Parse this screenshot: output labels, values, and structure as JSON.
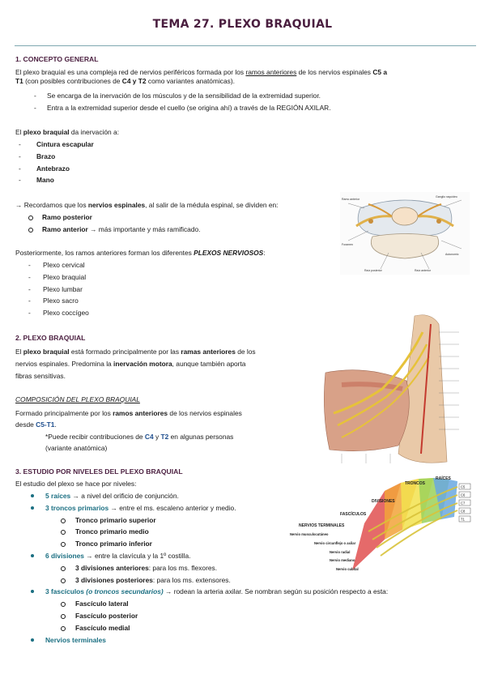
{
  "title": "TEMA 27.  PLEXO BRAQUIAL",
  "s1": {
    "heading": "1. CONCEPTO GENERAL",
    "p1a": "El plexo braquial es una compleja red de nervios periféricos formada por los ",
    "p1u": "ramos anteriores",
    "p1b": " de los nervios espinales ",
    "p1c": "C5 a",
    "p1d": "T1",
    "p1e": " (con posibles contribuciones de ",
    "p1f": "C4 y T2",
    "p1g": " como variantes anatómicas).",
    "sub1": "Se encarga de la inervación de los músculos y de la sensibilidad de la extremidad superior.",
    "sub2": "Entra a la extremidad superior desde el cuello (se origina ahí) a través de la REGIÓN AXILAR.",
    "p2a": "El ",
    "p2b": "plexo braquial",
    "p2c": " da inervación a:",
    "list": [
      "Cintura escapular",
      "Brazo",
      "Antebrazo",
      "Mano"
    ],
    "p3a": "→ Recordamos que los ",
    "p3b": "nervios espinales",
    "p3c": ", al salir de la médula espinal, se dividen en:",
    "ramo1": "Ramo posterior",
    "ramo2": "Ramo anterior",
    "ramo2b": " → más importante y más ramificado.",
    "p4a": "Posteriormente, los ramos anteriores forman los diferentes ",
    "p4b": "PLEXOS NERVIOSOS",
    "p4c": ":",
    "plexos": [
      "Plexo cervical",
      "Plexo braquial",
      "Plexo lumbar",
      "Plexo sacro",
      "Plexo coccígeo"
    ]
  },
  "s2": {
    "heading": "2. PLEXO BRAQUIAL",
    "l1a": "El ",
    "l1b": "plexo braquial",
    "l1c": " está formado principalmente por las ",
    "l1d": "ramas anteriores",
    "l1e": " de los",
    "l2a": "nervios espinales. Predomina la ",
    "l2b": "inervación motora",
    "l2c": ", aunque también aporta",
    "l3": "fibras sensitivas.",
    "comp_heading": "COMPOSICIÓN DEL PLEXO BRAQUIAL",
    "c1a": "Formado principalmente por los ",
    "c1b": "ramos anteriores",
    "c1c": " de los nervios espinales",
    "c2a": "desde ",
    "c2b": "C5-T1",
    "c2c": ".",
    "n1a": "*Puede recibir contribuciones de ",
    "n1b": "C4",
    "n1c": " y ",
    "n1d": "T2",
    "n1e": " en algunas personas",
    "n2": "(variante anatómica)"
  },
  "s3": {
    "heading": "3. ESTUDIO POR NIVELES DEL PLEXO BRAQUIAL",
    "intro": "El estudio del plexo se hace por niveles:",
    "b1a": "5 raíces",
    "b1b": " → a nivel del orificio de conjunción.",
    "b2a": "3 troncos primarios",
    "b2b": " → entre el ms. escaleno anterior y medio.",
    "troncos": [
      "Tronco primario superior",
      "Tronco primario medio",
      "Tronco primario inferior"
    ],
    "b3a": "6 divisiones",
    "b3b": " → entre la clavícula y la 1º costilla.",
    "div1a": "3 divisiones anteriores",
    "div1b": ": para los ms. flexores.",
    "div2a": "3 divisiones posteriores",
    "div2b": ": para los ms. extensores.",
    "b4a": "3 fascículos",
    "b4b": " (o troncos secundarios)",
    "b4c": " → rodean la arteria axilar. Se nombran según su posición respecto a esta:",
    "fasc": [
      "Fascículo lateral",
      "Fascículo posterior",
      "Fascículo medial"
    ],
    "b5": "Nervios terminales"
  },
  "diagram": {
    "levels": [
      "RAÍCES",
      "TRONCOS",
      "DIVISIONES",
      "FASCÍCULOS",
      "NERVIOS TERMINALES"
    ],
    "roots": [
      "C5",
      "C6",
      "C7",
      "C8",
      "T1"
    ],
    "nerves": [
      "Nervio musculocutáneo",
      "Nervio circunflejo o axilar",
      "Nervio radial",
      "Nervio mediano",
      "Nervio cubital"
    ]
  }
}
